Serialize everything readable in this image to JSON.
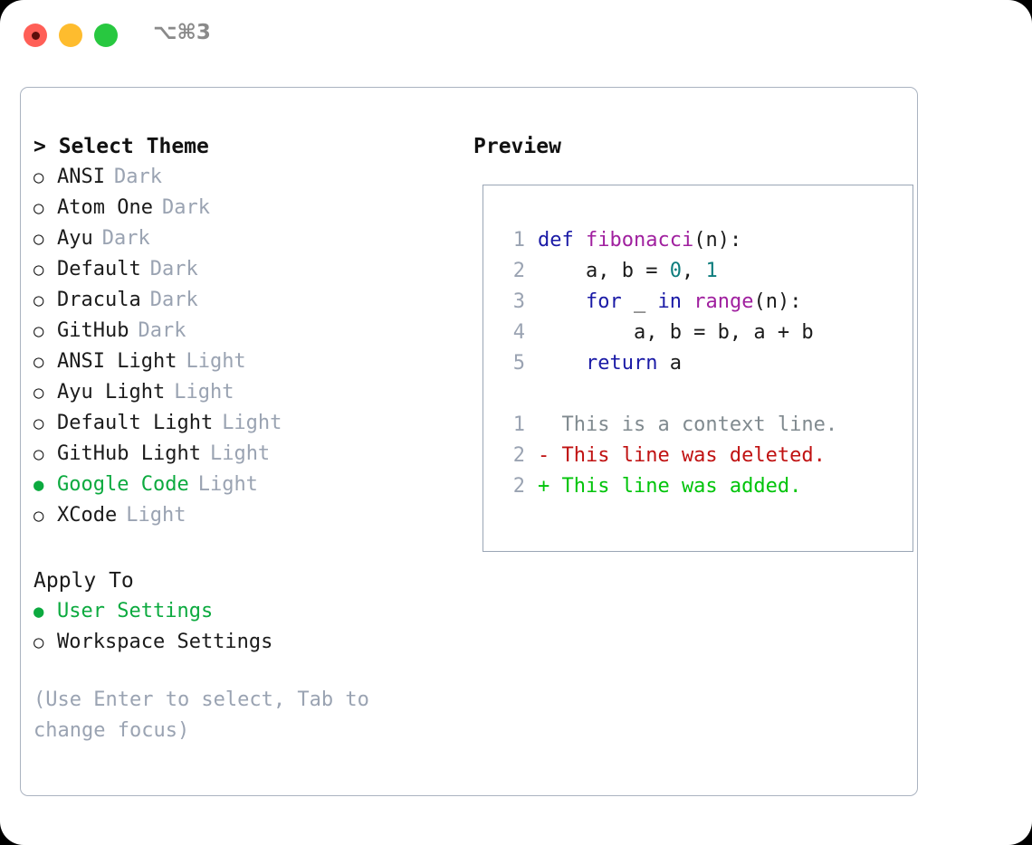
{
  "titlebar": {
    "shortcut": "⌥⌘3",
    "lights": [
      "close-red",
      "minimize-amber",
      "maximize-green"
    ]
  },
  "theme_picker": {
    "header": "> Select Theme",
    "markers": {
      "selected": "●",
      "unselected": "○"
    },
    "options": [
      {
        "label": "ANSI",
        "category": "Dark",
        "selected": false
      },
      {
        "label": "Atom One",
        "category": "Dark",
        "selected": false
      },
      {
        "label": "Ayu",
        "category": "Dark",
        "selected": false
      },
      {
        "label": "Default",
        "category": "Dark",
        "selected": false
      },
      {
        "label": "Dracula",
        "category": "Dark",
        "selected": false
      },
      {
        "label": "GitHub",
        "category": "Dark",
        "selected": false
      },
      {
        "label": "ANSI Light",
        "category": "Light",
        "selected": false
      },
      {
        "label": "Ayu Light",
        "category": "Light",
        "selected": false
      },
      {
        "label": "Default Light",
        "category": "Light",
        "selected": false
      },
      {
        "label": "GitHub Light",
        "category": "Light",
        "selected": false
      },
      {
        "label": "Google Code",
        "category": "Light",
        "selected": true
      },
      {
        "label": "XCode",
        "category": "Light",
        "selected": false
      }
    ]
  },
  "apply_to": {
    "header": "Apply To",
    "options": [
      {
        "label": "User Settings",
        "selected": true
      },
      {
        "label": "Workspace Settings",
        "selected": false
      }
    ]
  },
  "hint": "(Use Enter to select, Tab to change focus)",
  "preview": {
    "title": "Preview",
    "code_lines": [
      {
        "num": "1",
        "tokens": [
          {
            "t": "def ",
            "c": "kw"
          },
          {
            "t": "fibonacci",
            "c": "fn"
          },
          {
            "t": "(n):",
            "c": "pl"
          }
        ]
      },
      {
        "num": "2",
        "tokens": [
          {
            "t": "    a, b = ",
            "c": "pl"
          },
          {
            "t": "0",
            "c": "num"
          },
          {
            "t": ", ",
            "c": "pl"
          },
          {
            "t": "1",
            "c": "num"
          }
        ]
      },
      {
        "num": "3",
        "tokens": [
          {
            "t": "    ",
            "c": "pl"
          },
          {
            "t": "for",
            "c": "kw"
          },
          {
            "t": " _ ",
            "c": "pl"
          },
          {
            "t": "in",
            "c": "kw"
          },
          {
            "t": " ",
            "c": "pl"
          },
          {
            "t": "range",
            "c": "fn"
          },
          {
            "t": "(n):",
            "c": "pl"
          }
        ]
      },
      {
        "num": "4",
        "tokens": [
          {
            "t": "        a, b = b, a + b",
            "c": "pl"
          }
        ]
      },
      {
        "num": "5",
        "tokens": [
          {
            "t": "    ",
            "c": "pl"
          },
          {
            "t": "return",
            "c": "kw"
          },
          {
            "t": " a",
            "c": "pl"
          }
        ]
      }
    ],
    "diff_lines": [
      {
        "num": "1",
        "marker": "  ",
        "text": "This is a context line.",
        "kind": "ctx"
      },
      {
        "num": "2",
        "marker": "- ",
        "text": "This line was deleted.",
        "kind": "del"
      },
      {
        "num": "2",
        "marker": "+ ",
        "text": "This line was added.",
        "kind": "add"
      }
    ]
  },
  "colors": {
    "accent_green": "#0caa3f",
    "muted_gray": "#9aa3b2",
    "keyword_blue": "#1a1aa6",
    "function_purple": "#a0209f",
    "number_teal": "#0d7d7d",
    "diff_delete_red": "#c01212",
    "diff_add_green": "#00c40a",
    "border": "#aab3c0"
  }
}
